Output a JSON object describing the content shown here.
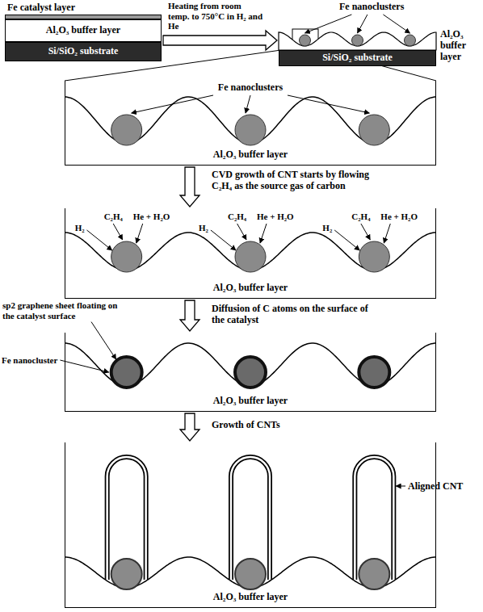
{
  "diagram": {
    "nodes": [
      {
        "text": [
          "Fe catalyst layer"
        ]
      },
      {
        "text": [
          "Al₂O₃ buffer layer"
        ]
      },
      {
        "text": [
          "Si/SiO₂ substrate"
        ]
      },
      {
        "text": [
          "Al₂O₃ buffer layer"
        ]
      },
      {
        "text": [
          "Si/SiO₂ substrate"
        ]
      },
      {
        "text": [
          "Al₂O₃ buffer layer"
        ]
      },
      {
        "text": [
          "Al₂O₃ buffer layer"
        ]
      },
      {
        "text": [
          "Al₂O₃ buffer layer"
        ]
      },
      {
        "text": [
          "Al₂O₃ buffer layer"
        ]
      }
    ],
    "edges": [
      {
        "from": 1,
        "to": 3,
        "arrow": "to",
        "label": "Heating from room temp. to 750°C in H₂ and He"
      },
      {
        "from": 5,
        "to": 6,
        "arrow": "to",
        "label": "CVD growth of CNT starts by flowing C₂H₄ as the source gas of carbon"
      },
      {
        "from": 6,
        "to": 7,
        "arrow": "to",
        "label": "Diffusion of C atoms on the surface of the catalyst"
      },
      {
        "from": 7,
        "to": 8,
        "arrow": "to",
        "label": "Growth of CNTs"
      }
    ],
    "labels": [
      "Fe nanoclusters",
      "Fe nanoclusters",
      "C₂H₄",
      "He + H₂O",
      "H₂",
      "C₂H₄",
      "He + H₂O",
      "H₂",
      "C₂H₄",
      "He + H₂O",
      "H₂",
      "sp2 graphene sheet floating on the catalyst surface",
      "Fe nanocluster",
      "Aligned CNT"
    ]
  }
}
